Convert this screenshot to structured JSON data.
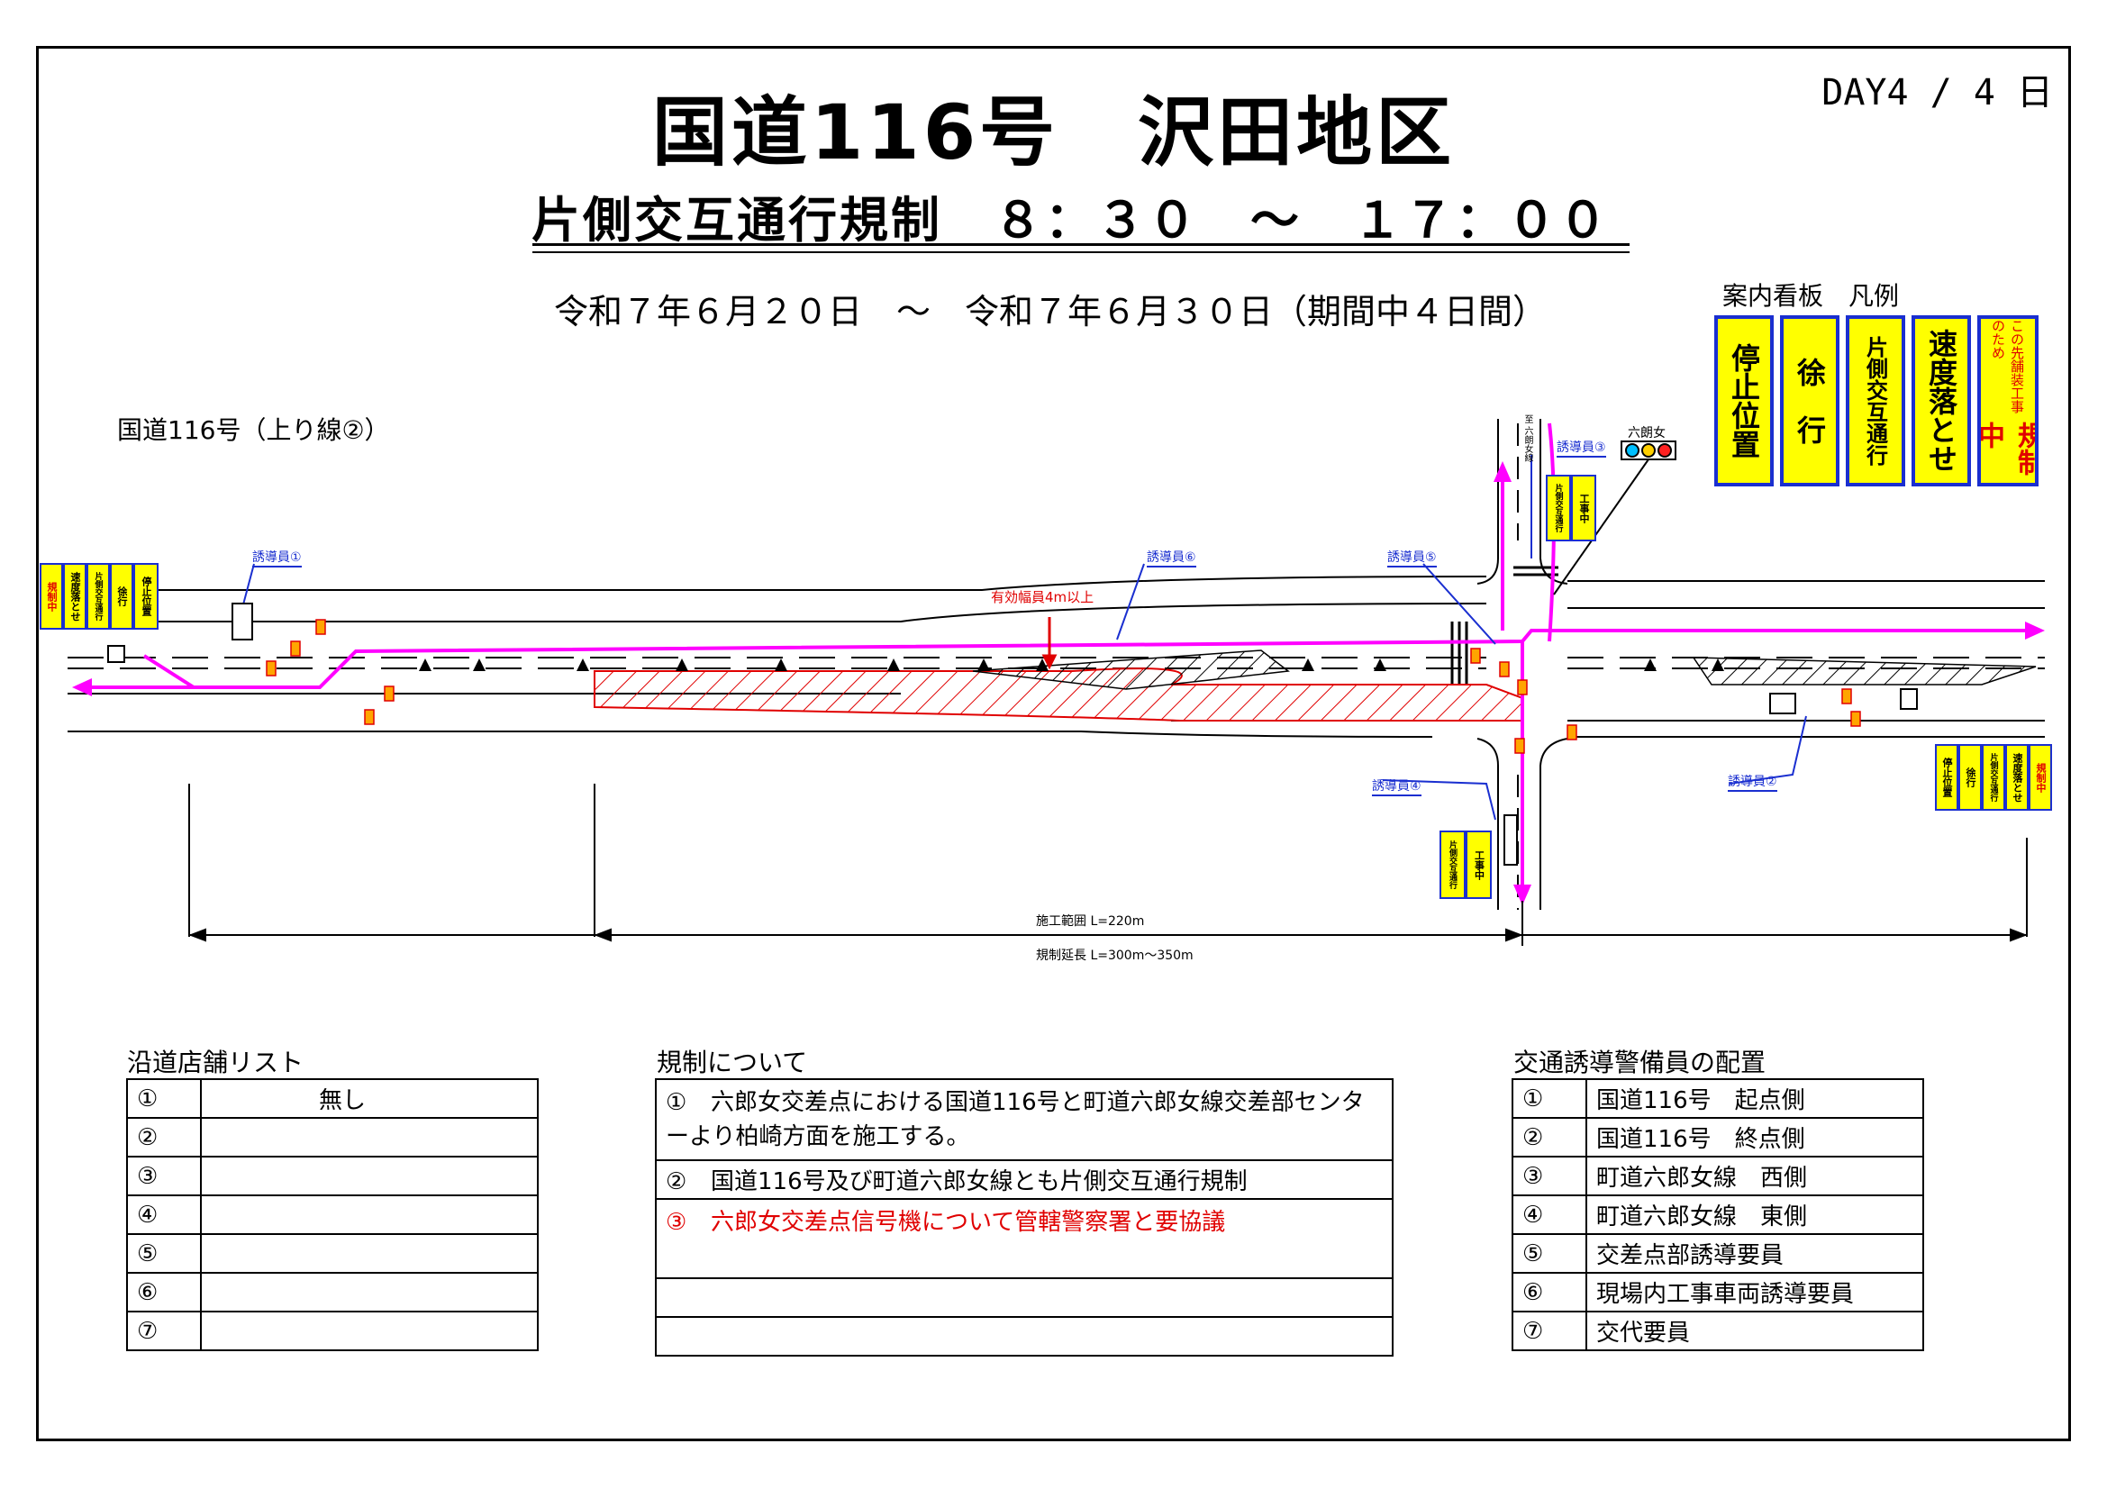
{
  "header": {
    "title": "国道116号　沢田地区",
    "day": "DAY4 / 4 日",
    "subtitle": "片側交互通行規制　８：３０　～　１７：００",
    "period": "令和７年６月２０日　～　令和７年６月３０日（期間中４日間）"
  },
  "legend": {
    "heading": "案内看板　凡例",
    "signs": [
      {
        "text": "停止位置",
        "color": "#000000"
      },
      {
        "text": "徐　行",
        "color": "#000000"
      },
      {
        "text": "片側交互通行",
        "color": "#000000"
      },
      {
        "text": "速度落とせ",
        "color": "#000000"
      },
      {
        "text": "規制中",
        "color": "#e00000",
        "small": "この先舗装工事のため"
      }
    ]
  },
  "diagram": {
    "route_label": "国道116号（上り線②）",
    "guards": [
      "誘導員①",
      "誘導員②",
      "誘導員③",
      "誘導員④",
      "誘導員⑤",
      "誘導員⑥"
    ],
    "signal_label": "六朗女",
    "width_note": "有効幅員4m以上",
    "construction_range": "施工範囲 L=220m",
    "regulation_length": "規制延長 L=300m～350m",
    "side_road_label": "至 六朗女線",
    "small_sign_texts": {
      "katagawa": "片側交互通行",
      "kouji": "工事中",
      "left_group": [
        "規制中",
        "速度落とせ",
        "片側交互通行",
        "徐行",
        "停止位置"
      ],
      "right_group": [
        "停止位置",
        "徐行",
        "片側交互通行",
        "速度落とせ",
        "規制中"
      ]
    }
  },
  "roadside_shops": {
    "heading": "沿道店舗リスト",
    "rows": [
      {
        "no": "①",
        "text": "無し"
      },
      {
        "no": "②",
        "text": ""
      },
      {
        "no": "③",
        "text": ""
      },
      {
        "no": "④",
        "text": ""
      },
      {
        "no": "⑤",
        "text": ""
      },
      {
        "no": "⑥",
        "text": ""
      },
      {
        "no": "⑦",
        "text": ""
      }
    ]
  },
  "regulation": {
    "heading": "規制について",
    "rows": [
      {
        "no": "①",
        "text": "六郎女交差点における国道116号と町道六郎女線交差部センターより柏崎方面を施工する。",
        "color": "#000000"
      },
      {
        "no": "②",
        "text": "国道116号及び町道六郎女線とも片側交互通行規制",
        "color": "#000000"
      },
      {
        "no": "③",
        "text": "六郎女交差点信号機について管轄警察署と要協議",
        "color": "#e00000"
      },
      {
        "no": "",
        "text": "",
        "color": "#000000"
      },
      {
        "no": "",
        "text": "",
        "color": "#000000"
      }
    ]
  },
  "guards_list": {
    "heading": "交通誘導警備員の配置",
    "rows": [
      {
        "no": "①",
        "text": "国道116号　起点側"
      },
      {
        "no": "②",
        "text": "国道116号　終点側"
      },
      {
        "no": "③",
        "text": "町道六郎女線　西側"
      },
      {
        "no": "④",
        "text": "町道六郎女線　東側"
      },
      {
        "no": "⑤",
        "text": "交差点部誘導要員"
      },
      {
        "no": "⑥",
        "text": "現場内工事車両誘導要員"
      },
      {
        "no": "⑦",
        "text": "交代要員"
      }
    ]
  },
  "colors": {
    "sign_fill": "#ffff00",
    "sign_border": "#1a2fd0",
    "route_arrow": "#ff00ff",
    "hatch": "#e00000",
    "guard_label": "#1a2fd0"
  }
}
